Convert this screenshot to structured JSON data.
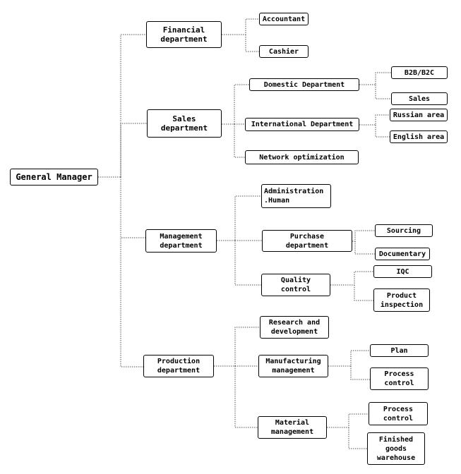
{
  "root": "General Manager",
  "financial": {
    "label": "Financial\ndepartment",
    "children": [
      "Accountant",
      "Cashier"
    ]
  },
  "sales": {
    "label": "Sales\ndepartment",
    "domestic": {
      "label": "Domestic Department",
      "children": [
        "B2B/B2C",
        "Sales"
      ]
    },
    "international": {
      "label": "International Department",
      "children": [
        "Russian area",
        "English area"
      ]
    },
    "network": "Network optimization"
  },
  "management": {
    "label": "Management\ndepartment",
    "admin": "Administration\n.Human",
    "purchase": {
      "label": "Purchase\ndepartment",
      "children": [
        "Sourcing",
        "Documentary"
      ]
    },
    "quality": {
      "label": "Quality\ncontrol",
      "children": [
        "IQC",
        "Product\ninspection"
      ]
    }
  },
  "production": {
    "label": "Production\ndepartment",
    "research": "Research and\ndevelopment",
    "manufacturing": {
      "label": "Manufacturing\nmanagement",
      "children": [
        "Plan",
        "Process\ncontrol"
      ]
    },
    "material": {
      "label": "Material\nmanagement",
      "children": [
        "Process\ncontrol",
        "Finished\ngoods\nwarehouse"
      ]
    }
  }
}
